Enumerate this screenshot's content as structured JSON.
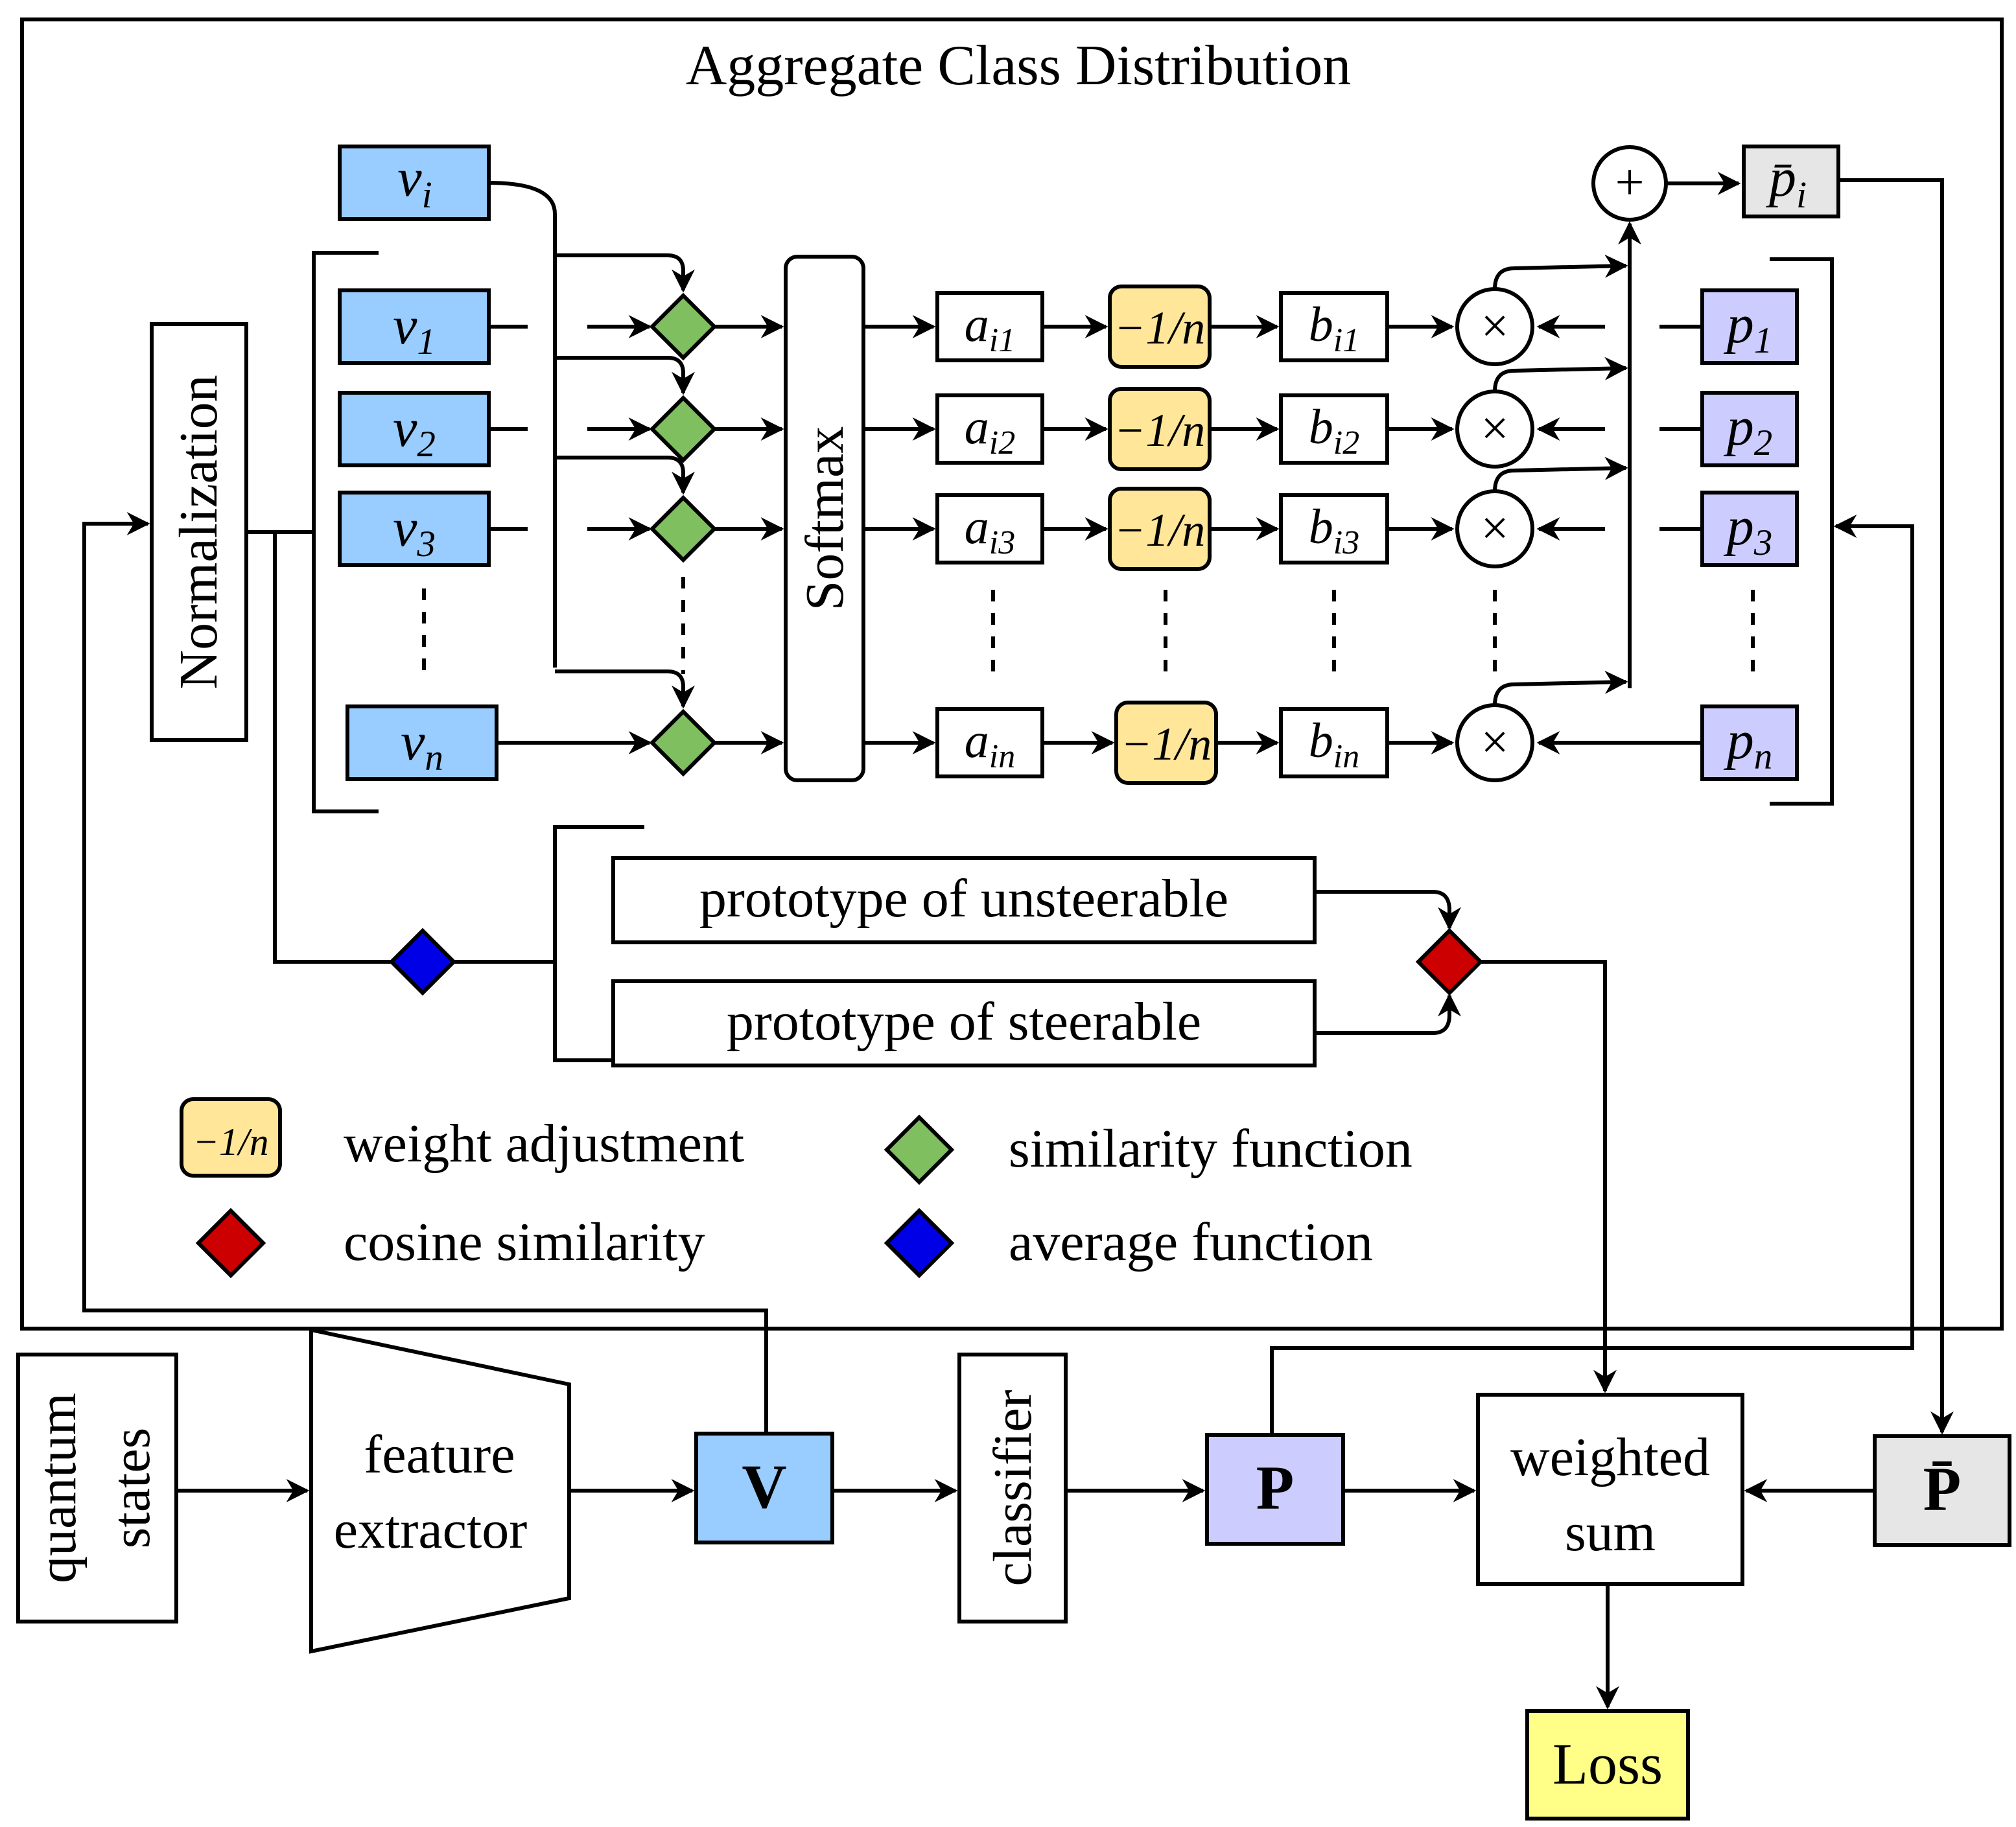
{
  "title": "Aggregate Class Distribution",
  "colors": {
    "v_fill": "#99ccff",
    "p_fill": "#ccccff",
    "pbar_fill": "#e6e6e6",
    "weight_fill": "#ffe699",
    "similarity_diamond": "#7fbf5f",
    "cosine_diamond": "#cc0000",
    "average_diamond": "#0000e6",
    "loss_fill": "#ffff88"
  },
  "labels": {
    "vi": "v",
    "vi_sub": "i",
    "pbar_i": "p̄",
    "pbar_i_sub": "i",
    "normalization": "Normalization",
    "softmax": "Softmax",
    "plus": "+",
    "times": "×",
    "weight": "−1/n",
    "dots": "⋮"
  },
  "rows": [
    {
      "v": "v",
      "v_sub": "1",
      "a": "a",
      "a_sub": "i1",
      "b": "b",
      "b_sub": "i1",
      "p": "p",
      "p_sub": "1"
    },
    {
      "v": "v",
      "v_sub": "2",
      "a": "a",
      "a_sub": "i2",
      "b": "b",
      "b_sub": "i2",
      "p": "p",
      "p_sub": "2"
    },
    {
      "v": "v",
      "v_sub": "3",
      "a": "a",
      "a_sub": "i3",
      "b": "b",
      "b_sub": "i3",
      "p": "p",
      "p_sub": "3"
    },
    {
      "v": "v",
      "v_sub": "n",
      "a": "a",
      "a_sub": "in",
      "b": "b",
      "b_sub": "in",
      "p": "p",
      "p_sub": "n"
    }
  ],
  "prototypes": {
    "unsteerable": "prototype of unsteerable",
    "steerable": "prototype of steerable"
  },
  "legend": {
    "weight_adjustment": "weight adjustment",
    "similarity_function": "similarity function",
    "cosine_similarity": "cosine similarity",
    "average_function": "average function"
  },
  "pipeline": {
    "quantum_states": [
      "quantum",
      "states"
    ],
    "feature_extractor": [
      "feature",
      "extractor"
    ],
    "V": "V",
    "classifier": "classifier",
    "P": "P",
    "weighted_sum": [
      "weighted",
      "sum"
    ],
    "Pbar": "P̄",
    "loss": "Loss"
  }
}
